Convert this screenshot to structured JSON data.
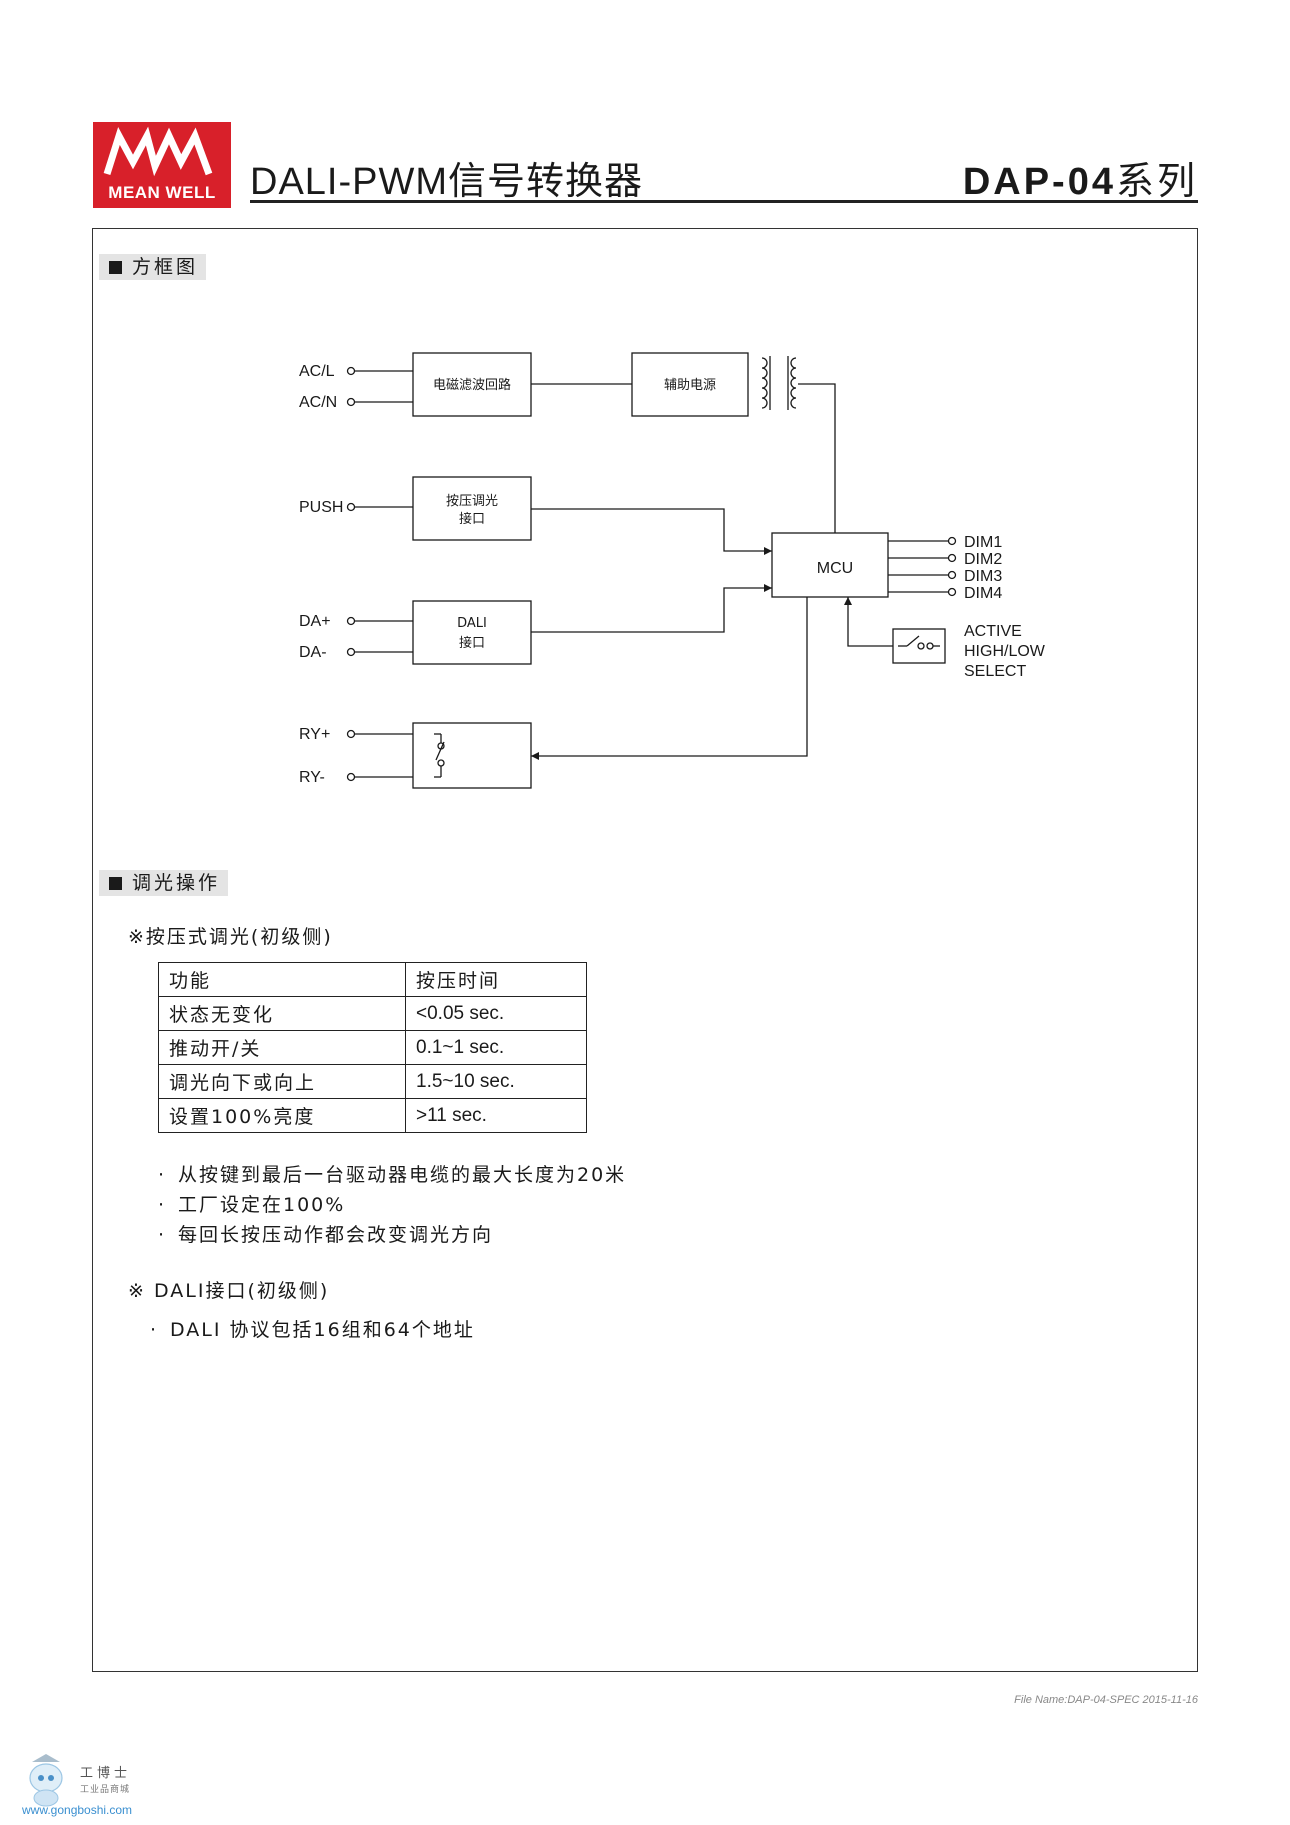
{
  "header": {
    "logo_text": "MEAN WELL",
    "title": "DALI-PWM信号转换器",
    "series_code": "DAP-04",
    "series_suffix": "系列"
  },
  "sections": {
    "block_diagram": "方框图",
    "dimming": "调光操作"
  },
  "diagram": {
    "inputs": {
      "ac_l": "AC/L",
      "ac_n": "AC/N",
      "push": "PUSH",
      "da_plus": "DA+",
      "da_minus": "DA-",
      "ry_plus": "RY+",
      "ry_minus": "RY-"
    },
    "blocks": {
      "emi_filter": "电磁滤波回路",
      "aux_power": "辅助电源",
      "push_line1": "按压调光",
      "push_line2": "接口",
      "dali_line1": "DALI",
      "dali_line2": "接口",
      "mcu": "MCU"
    },
    "outputs": [
      "DIM1",
      "DIM2",
      "DIM3",
      "DIM4"
    ],
    "select": [
      "ACTIVE",
      "HIGH/LOW",
      "SELECT"
    ]
  },
  "push_dimming": {
    "heading": "※按压式调光(初级侧)",
    "table": {
      "headers": [
        "功能",
        "按压时间"
      ],
      "rows": [
        [
          "状态无变化",
          "<0.05 sec."
        ],
        [
          "推动开/关",
          "0.1~1 sec."
        ],
        [
          "调光向下或向上",
          "1.5~10 sec."
        ],
        [
          "设置100%亮度",
          ">11 sec."
        ]
      ]
    },
    "notes": [
      "从按键到最后一台驱动器电缆的最大长度为20米",
      "工厂设定在100%",
      "每回长按压动作都会改变调光方向"
    ]
  },
  "dali_interface": {
    "heading": "※ DALI接口(初级侧)",
    "notes": [
      "DALI 协议包括16组和64个地址"
    ]
  },
  "footer": {
    "file_name": "File Name:DAP-04-SPEC   2015-11-16"
  },
  "watermark": {
    "site": "www.gongboshi.com",
    "name": "工博士",
    "sub": "工业品商城"
  }
}
